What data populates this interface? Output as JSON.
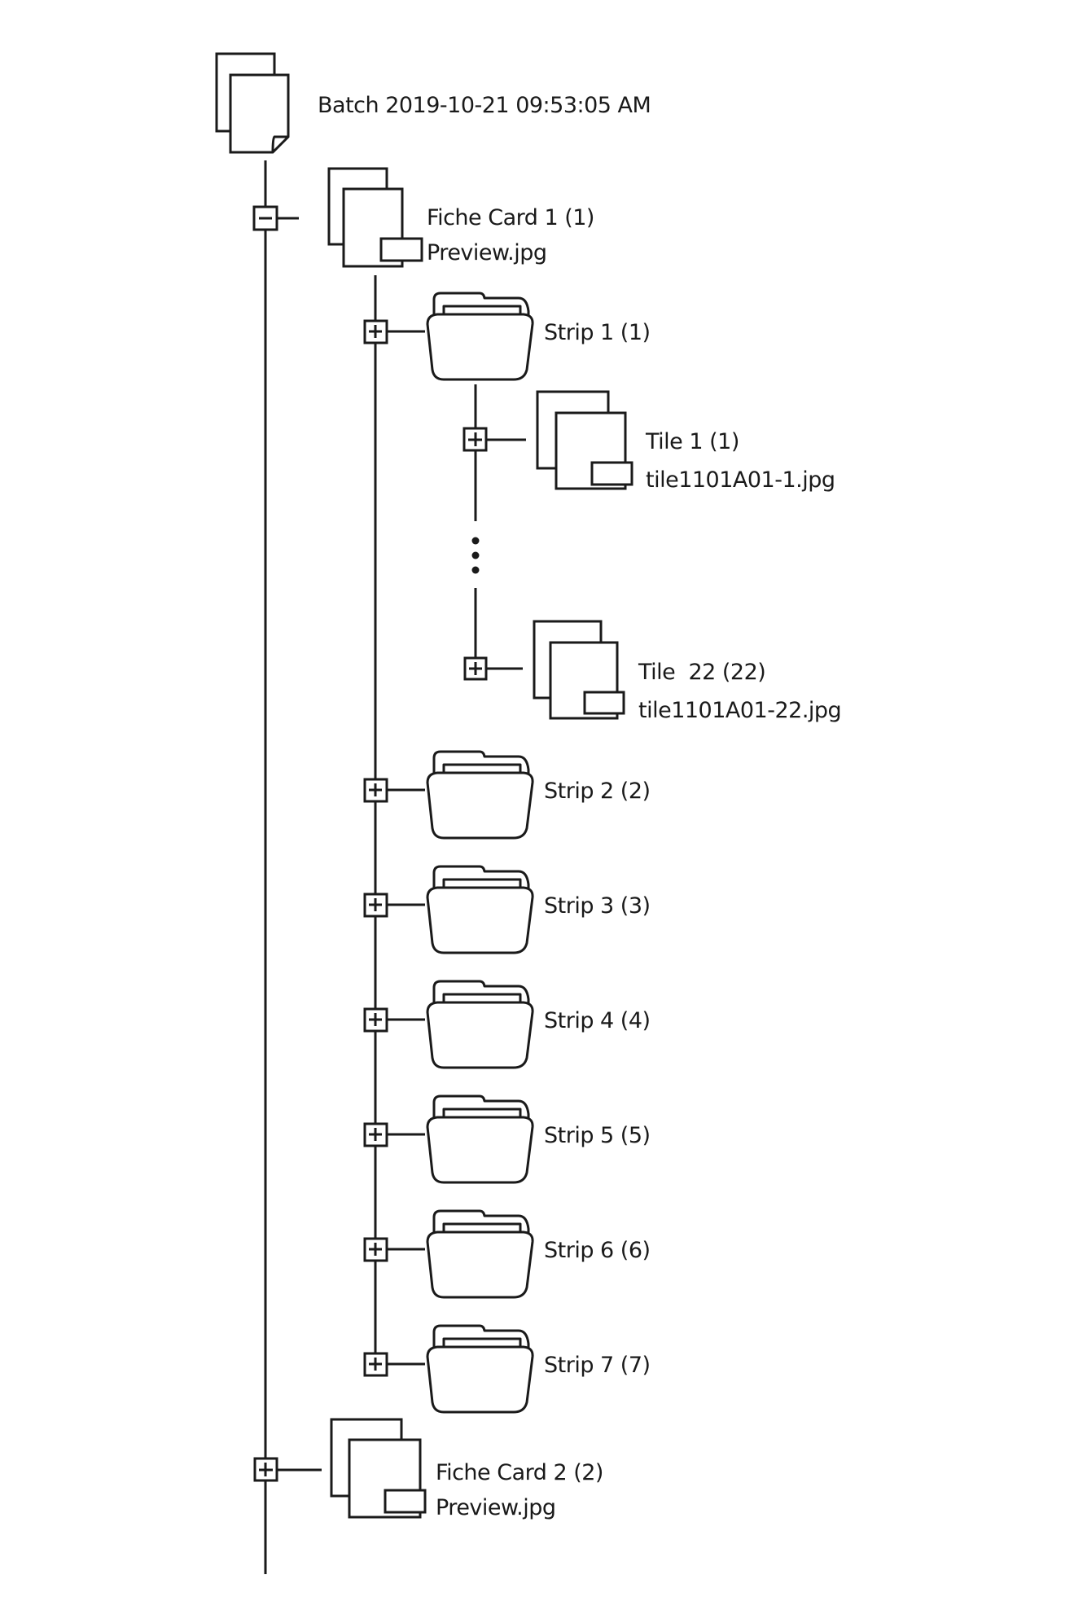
{
  "colors": {
    "stroke": "#1a1a1a",
    "background": "#ffffff"
  },
  "batch": {
    "label": "Batch 2019-10-21 09:53:05 AM",
    "icon": "documents-icon"
  },
  "fiche_cards": [
    {
      "label": "Fiche Card 1 (1)",
      "file": "Preview.jpg",
      "toggle": "minus",
      "expanded": true,
      "strips": [
        {
          "label": "Strip 1 (1)",
          "toggle": "plus",
          "tiles": [
            {
              "label": "Tile 1 (1)",
              "file": "tile1101A01-1.jpg",
              "toggle": "plus"
            },
            {
              "label": "Tile  22 (22)",
              "file": "tile1101A01-22.jpg",
              "toggle": "plus"
            }
          ]
        },
        {
          "label": "Strip 2 (2)",
          "toggle": "plus"
        },
        {
          "label": "Strip 3 (3)",
          "toggle": "plus"
        },
        {
          "label": "Strip 4 (4)",
          "toggle": "plus"
        },
        {
          "label": "Strip 5 (5)",
          "toggle": "plus"
        },
        {
          "label": "Strip 6 (6)",
          "toggle": "plus"
        },
        {
          "label": "Strip 7 (7)",
          "toggle": "plus"
        }
      ]
    },
    {
      "label": "Fiche Card 2 (2)",
      "file": "Preview.jpg",
      "toggle": "plus",
      "expanded": false
    }
  ],
  "ellipsis": "vertical-ellipsis"
}
